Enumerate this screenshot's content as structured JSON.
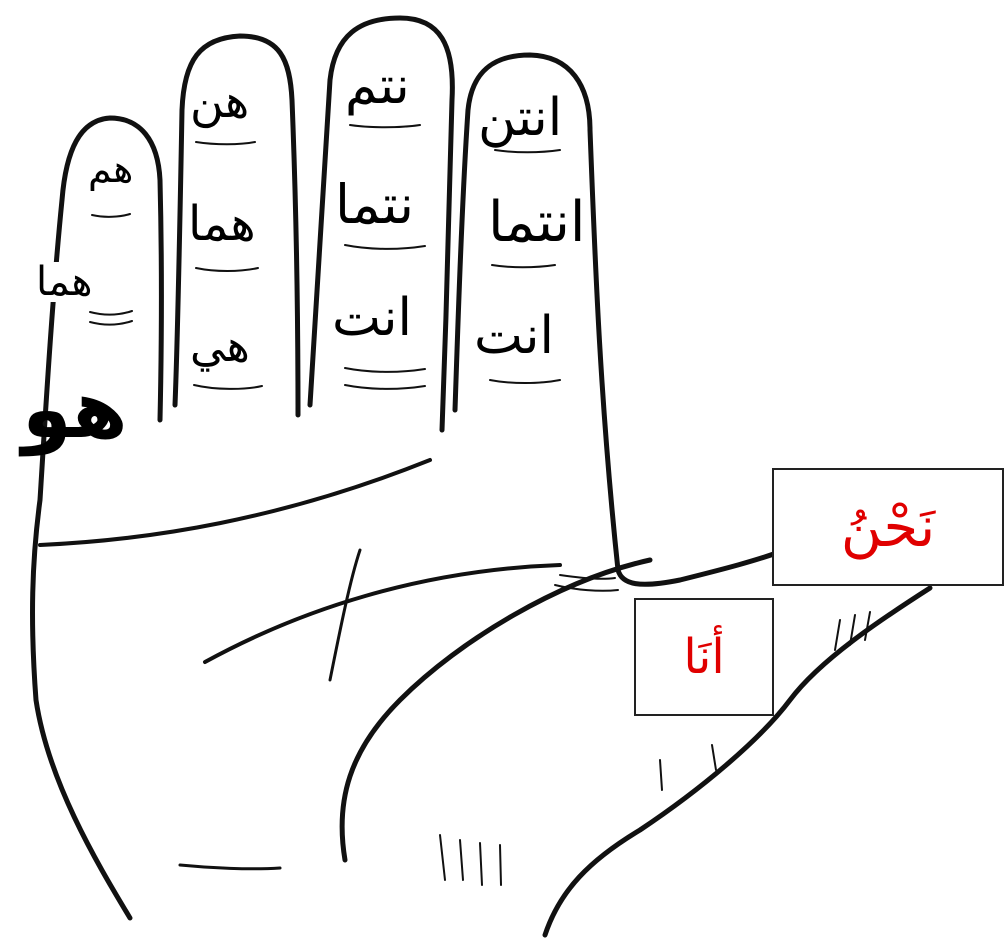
{
  "fingers": {
    "pinky": {
      "top": "هم",
      "middle": "هما",
      "bottom": "هو"
    },
    "ring": {
      "top": "هن",
      "middle": "هما",
      "bottom": "هي"
    },
    "middle": {
      "top": "نتم",
      "middle": "نتما",
      "bottom": "انت"
    },
    "index": {
      "top": "انتن",
      "middle": "انتما",
      "bottom": "انت"
    }
  },
  "thumb": {
    "tip": "نَحْنُ",
    "base": "أنَا"
  },
  "colors": {
    "lines": "#111111",
    "thumb_text": "#e00000",
    "finger_text": "#000000"
  }
}
